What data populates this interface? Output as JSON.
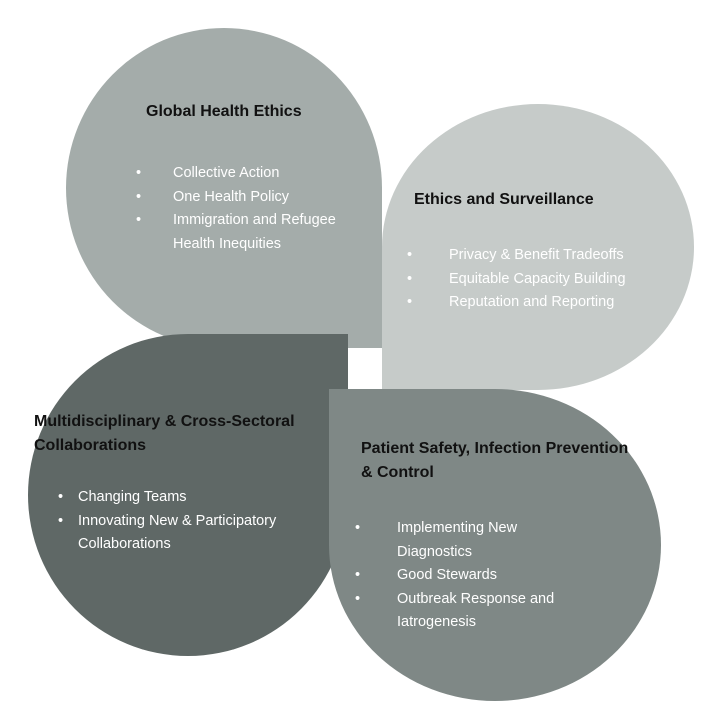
{
  "petals": [
    {
      "title": "Global Health Ethics",
      "items": [
        "Collective Action",
        "One Health Policy",
        "Immigration and Refugee Health Inequities"
      ]
    },
    {
      "title": "Ethics and Surveillance",
      "items": [
        "Privacy & Benefit Tradeoffs",
        "Equitable Capacity Building",
        "Reputation and Reporting"
      ]
    },
    {
      "title": "Multidisciplinary & Cross-Sectoral Collaborations",
      "items": [
        "Changing Teams",
        "Innovating New & Participatory Collaborations"
      ]
    },
    {
      "title": "Patient Safety, Infection Prevention & Control",
      "items": [
        "Implementing New Diagnostics",
        "Good Stewards",
        "Outbreak Response and Iatrogenesis"
      ]
    }
  ],
  "colors": {
    "tl": "#a4acaa",
    "tr": "#c6cbc9",
    "bl": "#5f6866",
    "br": "#7f8886"
  }
}
